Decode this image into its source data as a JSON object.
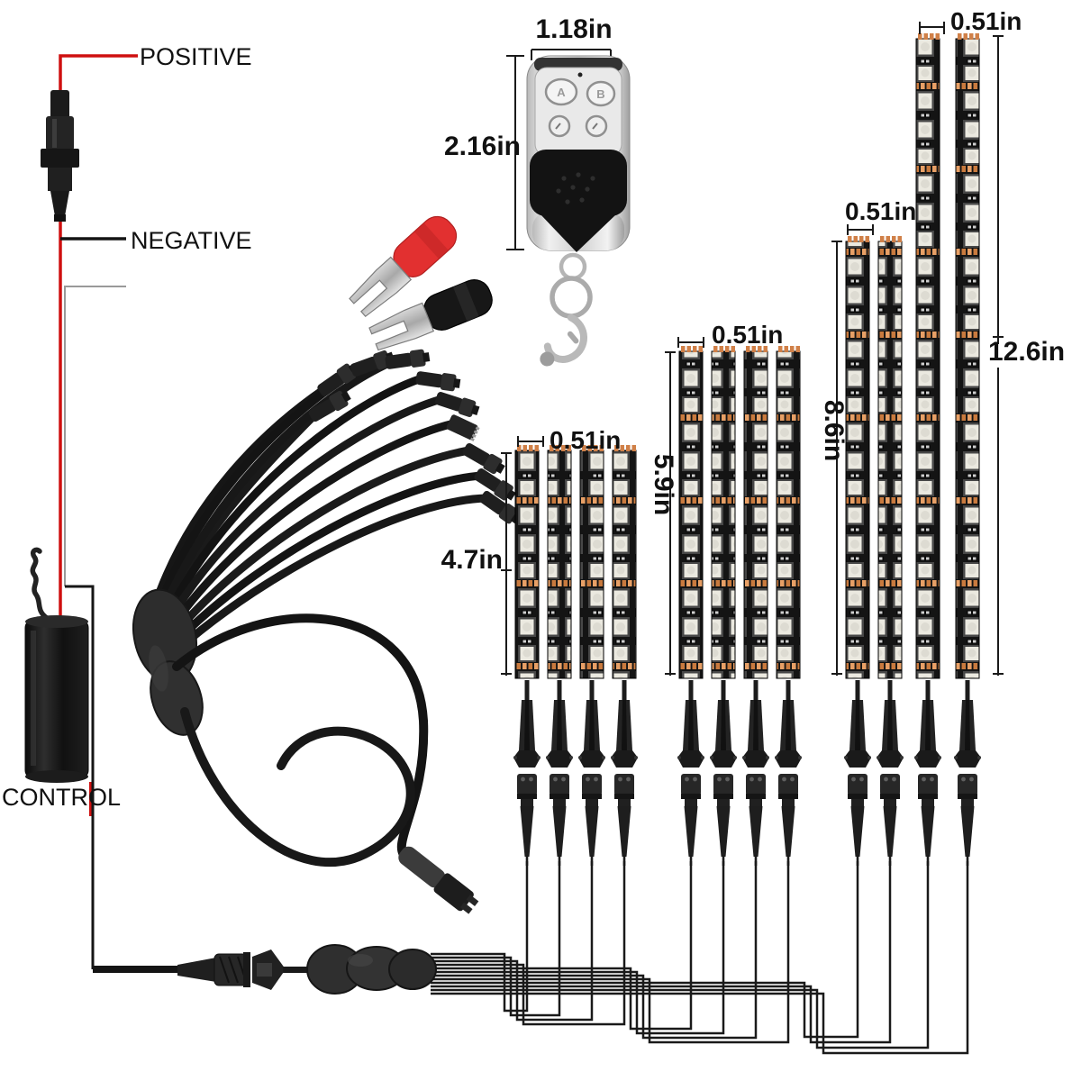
{
  "annotations": {
    "positive": "POSITIVE",
    "negative": "NEGATIVE",
    "control": "CONTROL"
  },
  "remote": {
    "width_label": "1.18in",
    "height_label": "2.16in",
    "button_a": "A",
    "button_b": "B"
  },
  "strip_groups": [
    {
      "length_label": "4.7in",
      "width_label": "0.51in",
      "strip_count": 4
    },
    {
      "length_label": "5.9in",
      "width_label": "0.51in",
      "strip_count": 4
    },
    {
      "length_label": "8.6in",
      "width_label": "0.51in",
      "strip_count": 2
    },
    {
      "length_label": "12.6in",
      "width_label": "0.51in",
      "strip_count": 2
    }
  ],
  "colors": {
    "positive_wire": "#cf1010",
    "negative_wire": "#161616",
    "copper_pad": "#c97a3e",
    "led_chip": "#ebe9e0",
    "red_terminal": "#e23030",
    "black_component": "#1a1a1a"
  }
}
